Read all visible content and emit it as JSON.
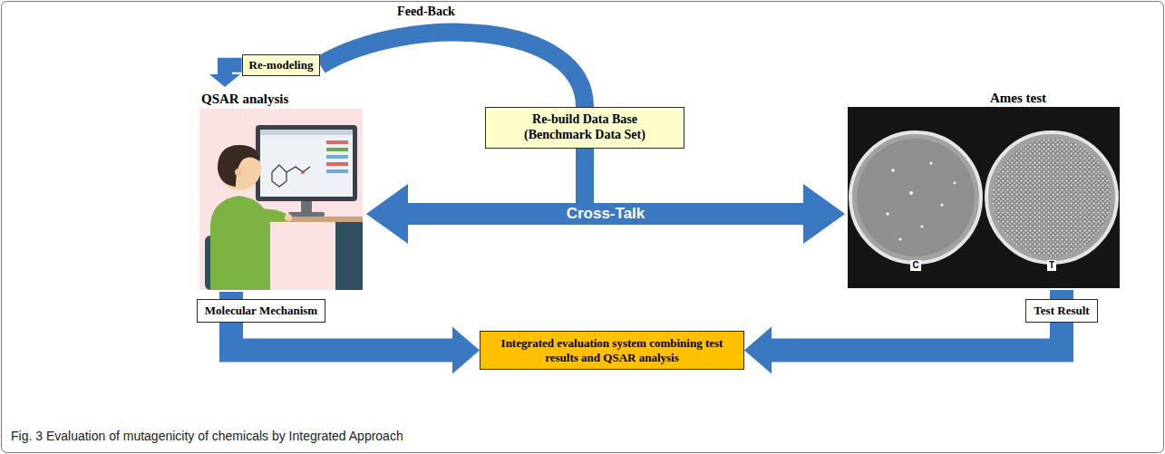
{
  "diagram": {
    "caption": "Fig. 3 Evaluation of mutagenicity of chemicals by Integrated Approach",
    "nodes": [
      {
        "text": [
          "Re-modeling"
        ]
      },
      {
        "text": [
          "QSAR analysis"
        ]
      },
      {
        "text": [
          "Re-build Data Base (Benchmark Data Set)"
        ]
      },
      {
        "text": [
          "Ames test"
        ]
      },
      {
        "text": [
          "Molecular Mechanism"
        ]
      },
      {
        "text": [
          "Test Result"
        ]
      },
      {
        "text": [
          "Integrated evaluation system combining test results and QSAR analysis"
        ]
      }
    ],
    "edges": [
      {
        "from": 2,
        "to": 0,
        "arrow": "none",
        "label": "Feed-Back"
      },
      {
        "from": 0,
        "to": 1,
        "arrow": "to"
      },
      {
        "from": 1,
        "to": 3,
        "arrow": "both",
        "label": "Cross-Talk"
      },
      {
        "from": 1,
        "to": 4,
        "arrow": "none"
      },
      {
        "from": 4,
        "to": 6,
        "arrow": "to"
      },
      {
        "from": 3,
        "to": 5,
        "arrow": "none"
      },
      {
        "from": 5,
        "to": 6,
        "arrow": "to"
      }
    ],
    "labels": [
      "C",
      "T"
    ]
  }
}
